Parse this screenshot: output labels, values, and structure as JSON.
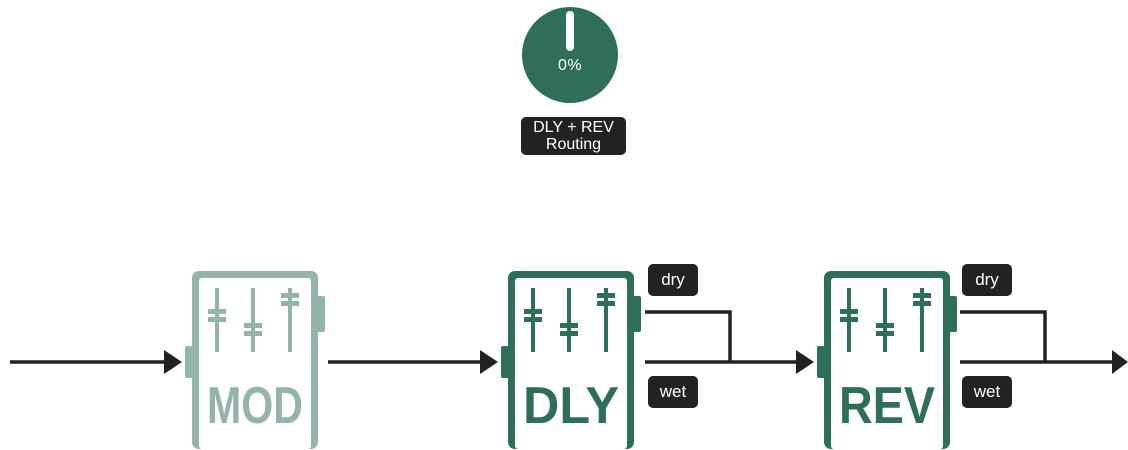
{
  "knob": {
    "value_text": "0%",
    "level_percent": 0,
    "label_line1": "DLY + REV",
    "label_line2": "Routing"
  },
  "pedals": [
    {
      "name": "MOD",
      "state": "inactive"
    },
    {
      "name": "DLY",
      "state": "active"
    },
    {
      "name": "REV",
      "state": "active"
    }
  ],
  "taps": [
    {
      "dry": "dry",
      "wet": "wet"
    },
    {
      "dry": "dry",
      "wet": "wet"
    }
  ],
  "colors": {
    "active": "#2f6f57",
    "inactive": "#93b4a6",
    "line": "#222222",
    "tag_bg": "#222222"
  }
}
